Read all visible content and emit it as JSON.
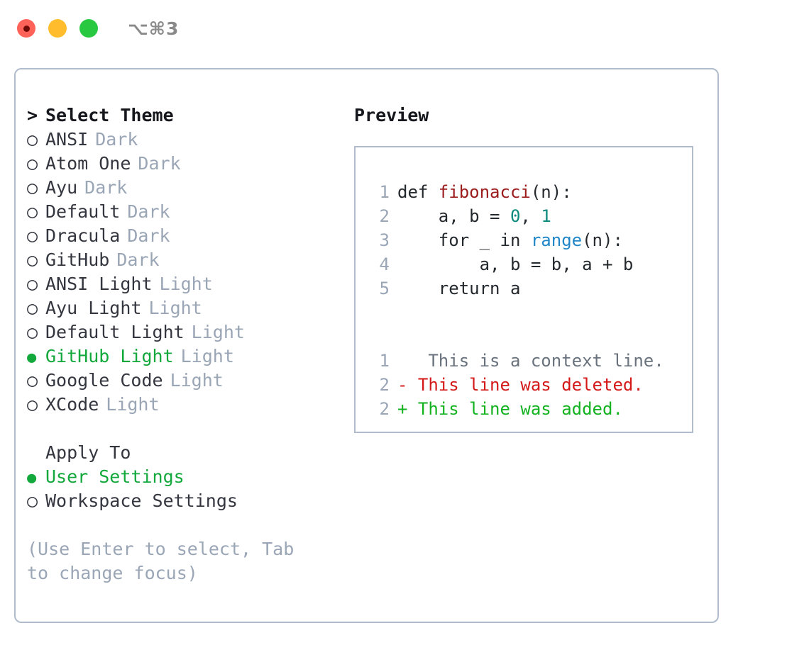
{
  "titlebar": {
    "traffic_lights": [
      "close-red",
      "minimize-yellow",
      "maximize-green"
    ],
    "shortcut": "⌥⌘3"
  },
  "theme_panel": {
    "heading": "Select Theme",
    "heading_marker": ">",
    "marker_unselected": "○",
    "marker_selected": "●",
    "selected_color": "#13a83c",
    "items": [
      {
        "label": "ANSI",
        "tag": "Dark",
        "selected": false
      },
      {
        "label": "Atom One",
        "tag": "Dark",
        "selected": false
      },
      {
        "label": "Ayu",
        "tag": "Dark",
        "selected": false
      },
      {
        "label": "Default",
        "tag": "Dark",
        "selected": false
      },
      {
        "label": "Dracula",
        "tag": "Dark",
        "selected": false
      },
      {
        "label": "GitHub",
        "tag": "Dark",
        "selected": false
      },
      {
        "label": "ANSI Light",
        "tag": "Light",
        "selected": false
      },
      {
        "label": "Ayu Light",
        "tag": "Light",
        "selected": false
      },
      {
        "label": "Default Light",
        "tag": "Light",
        "selected": false
      },
      {
        "label": "GitHub Light",
        "tag": "Light",
        "selected": true
      },
      {
        "label": "Google Code",
        "tag": "Light",
        "selected": false
      },
      {
        "label": "XCode",
        "tag": "Light",
        "selected": false
      }
    ]
  },
  "apply_to": {
    "heading": "Apply To",
    "options": [
      {
        "label": "User Settings",
        "selected": true
      },
      {
        "label": "Workspace Settings",
        "selected": false
      }
    ]
  },
  "hint": "(Use Enter to select, Tab to change focus)",
  "preview": {
    "heading": "Preview",
    "code_lines": [
      {
        "num": "1",
        "tokens": [
          {
            "t": "def ",
            "c": "plain"
          },
          {
            "t": "fibonacci",
            "c": "fn"
          },
          {
            "t": "(n):",
            "c": "plain"
          }
        ]
      },
      {
        "num": "2",
        "tokens": [
          {
            "t": "    a, b = ",
            "c": "plain"
          },
          {
            "t": "0",
            "c": "num"
          },
          {
            "t": ", ",
            "c": "plain"
          },
          {
            "t": "1",
            "c": "num"
          }
        ]
      },
      {
        "num": "3",
        "tokens": [
          {
            "t": "    for _ in ",
            "c": "plain"
          },
          {
            "t": "range",
            "c": "call"
          },
          {
            "t": "(n):",
            "c": "plain"
          }
        ]
      },
      {
        "num": "4",
        "tokens": [
          {
            "t": "        a, b = b, a + b",
            "c": "plain"
          }
        ]
      },
      {
        "num": "5",
        "tokens": [
          {
            "t": "    return a",
            "c": "plain"
          }
        ]
      }
    ],
    "diff_lines": [
      {
        "num": "1",
        "marker": " ",
        "text": "  This is a context line.",
        "kind": "ctx"
      },
      {
        "num": "2",
        "marker": "-",
        "text": " This line was deleted.",
        "kind": "del"
      },
      {
        "num": "2",
        "marker": "+",
        "text": " This line was added.",
        "kind": "add"
      }
    ]
  },
  "colors": {
    "border": "#b0bccc",
    "muted": "#9aa6b6",
    "text": "#34363f",
    "fn": "#9b1c1c",
    "num": "#0b8a7d",
    "call": "#1f87c7",
    "diff_ctx": "#6a737d",
    "diff_del": "#d41919",
    "diff_add": "#13b21f"
  }
}
